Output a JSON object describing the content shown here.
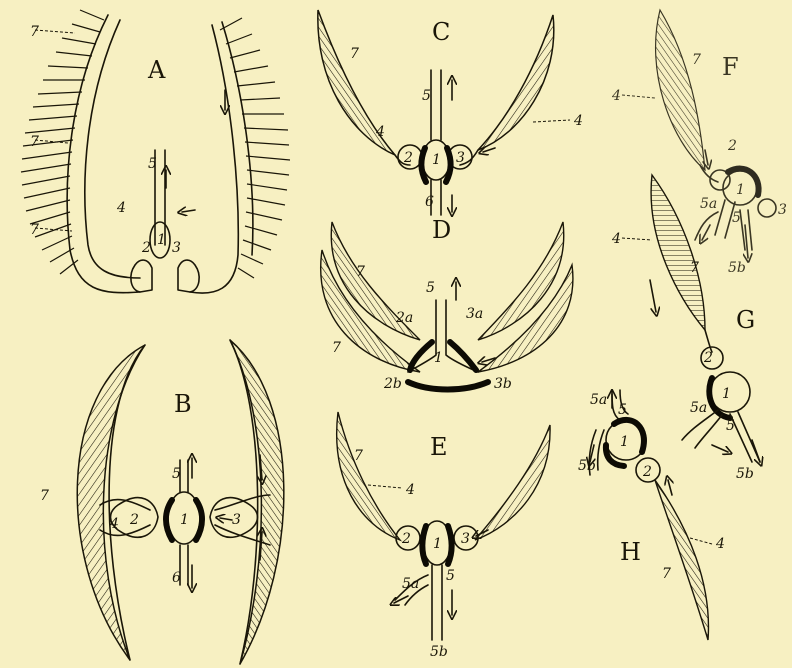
{
  "figures": {
    "A": {
      "letter": "A",
      "parts": [
        "7",
        "7",
        "7",
        "5",
        "1",
        "2",
        "3",
        "4"
      ]
    },
    "B": {
      "letter": "B",
      "parts": [
        "7",
        "5",
        "1",
        "2",
        "3",
        "4",
        "6"
      ]
    },
    "C": {
      "letter": "C",
      "parts": [
        "7",
        "4",
        "4",
        "5",
        "1",
        "2",
        "3",
        "6"
      ]
    },
    "D": {
      "letter": "D",
      "parts": [
        "7",
        "7",
        "5",
        "2a",
        "3a",
        "1",
        "2b",
        "3b"
      ]
    },
    "E": {
      "letter": "E",
      "parts": [
        "7",
        "4",
        "2",
        "1",
        "3",
        "5a",
        "5",
        "5b"
      ]
    },
    "F": {
      "letter": "F",
      "parts": [
        "7",
        "4",
        "2",
        "1",
        "3",
        "5a",
        "5",
        "5b"
      ]
    },
    "G": {
      "letter": "G",
      "parts": [
        "4",
        "7",
        "2",
        "1",
        "5a",
        "5",
        "5b"
      ]
    },
    "H": {
      "letter": "H",
      "parts": [
        "5a",
        "5",
        "1",
        "2",
        "5b",
        "7",
        "4"
      ]
    }
  }
}
